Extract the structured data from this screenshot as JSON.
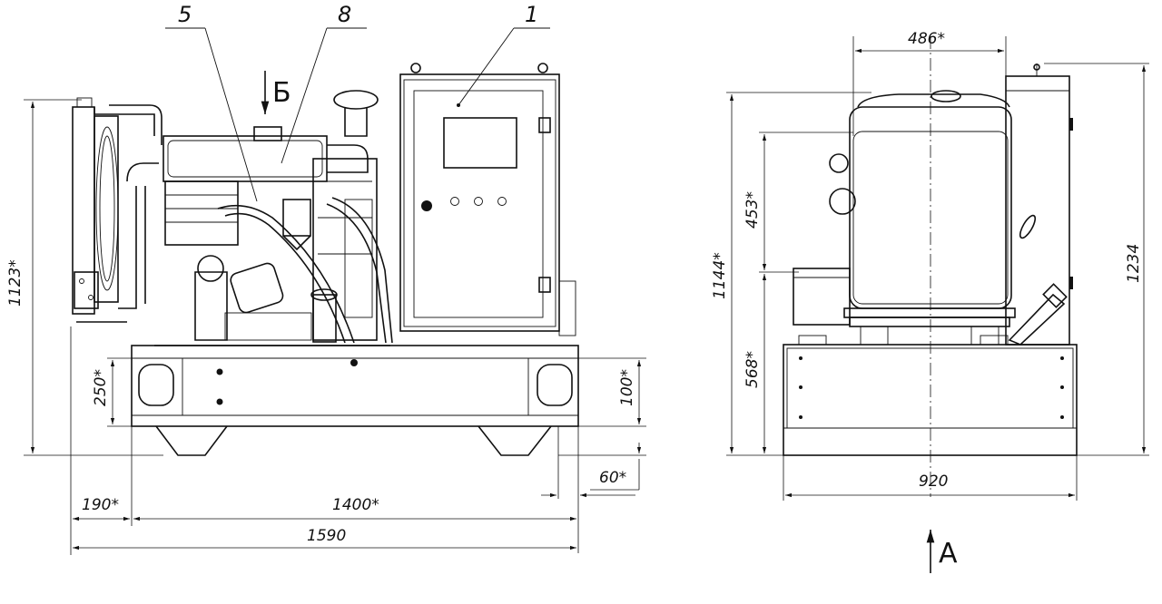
{
  "callouts": {
    "p1": "1",
    "p5": "5",
    "p8": "8"
  },
  "views": {
    "b": "Б",
    "a": "А"
  },
  "dimensions": {
    "h1123": "1123*",
    "w190": "190*",
    "w1400": "1400*",
    "w1590": "1590",
    "h250": "250*",
    "h100": "100*",
    "h60": "60*",
    "w486": "486*",
    "h1144": "1144*",
    "h453": "453*",
    "h568": "568*",
    "h1234": "1234",
    "w920": "920"
  }
}
